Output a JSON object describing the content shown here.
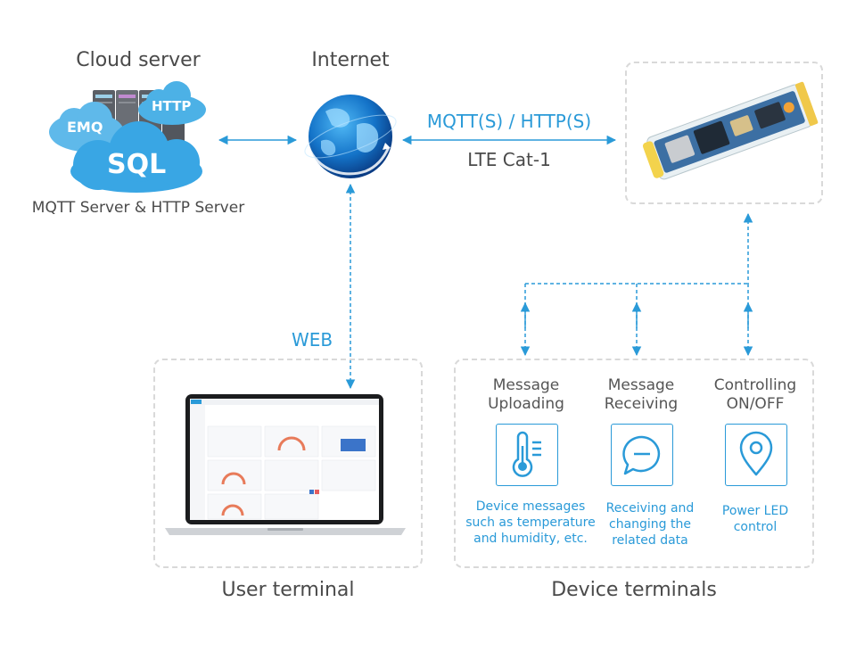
{
  "cloud": {
    "title": "Cloud server",
    "caption": "MQTT Server & HTTP Server",
    "labels": {
      "emq": "EMQ",
      "http": "HTTP",
      "sql": "SQL"
    }
  },
  "internet": {
    "title": "Internet"
  },
  "link": {
    "protocol": "MQTT(S) / HTTP(S)",
    "network": "LTE Cat-1"
  },
  "web": {
    "label": "WEB"
  },
  "user_terminal": {
    "title": "User terminal"
  },
  "device_terminals": {
    "title": "Device terminals",
    "items": [
      {
        "title": "Message\nUploading",
        "icon": "thermometer-icon",
        "desc": "Device messages\nsuch as temperature\nand humidity, etc."
      },
      {
        "title": "Message\nReceiving",
        "icon": "message-bubble-icon",
        "desc": "Receiving and\nchanging the\nrelated data"
      },
      {
        "title": "Controlling\nON/OFF",
        "icon": "location-pin-icon",
        "desc": "Power LED\ncontrol"
      }
    ]
  },
  "colors": {
    "accent": "#2a9ad8",
    "dashed_border": "#d9d9d9",
    "text": "#4a4a4a"
  }
}
